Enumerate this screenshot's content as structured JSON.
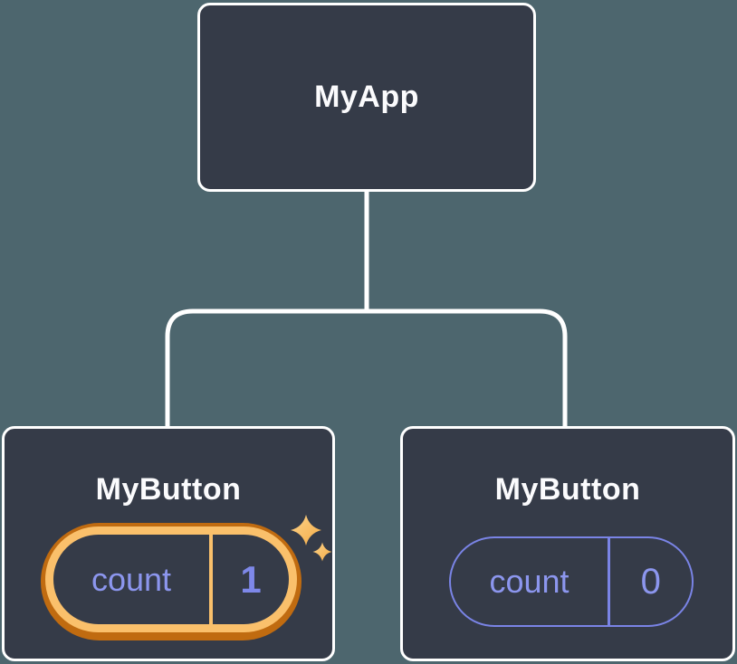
{
  "diagram": {
    "title": "react-component-tree-state",
    "root": {
      "label": "MyApp"
    },
    "children": [
      {
        "label": "MyButton",
        "state_key": "count",
        "state_value": "1",
        "highlighted": true,
        "icon": "sparkles-icon"
      },
      {
        "label": "MyButton",
        "state_key": "count",
        "state_value": "0",
        "highlighted": false
      }
    ],
    "colors": {
      "background": "#4D666E",
      "node_fill": "#353B48",
      "node_border": "#FFFFFF",
      "connector": "#FFFFFF",
      "label_text": "#FBFBFD",
      "state_text": "#8C96EE",
      "state_value_highlight_text": "#7E88E9",
      "pill_border": "#7A84E6",
      "highlight_ring_light": "#FAC06B",
      "highlight_ring_dark": "#C06B10",
      "sparkle_light": "#FBD28B",
      "sparkle_deep": "#F5AC45"
    }
  }
}
